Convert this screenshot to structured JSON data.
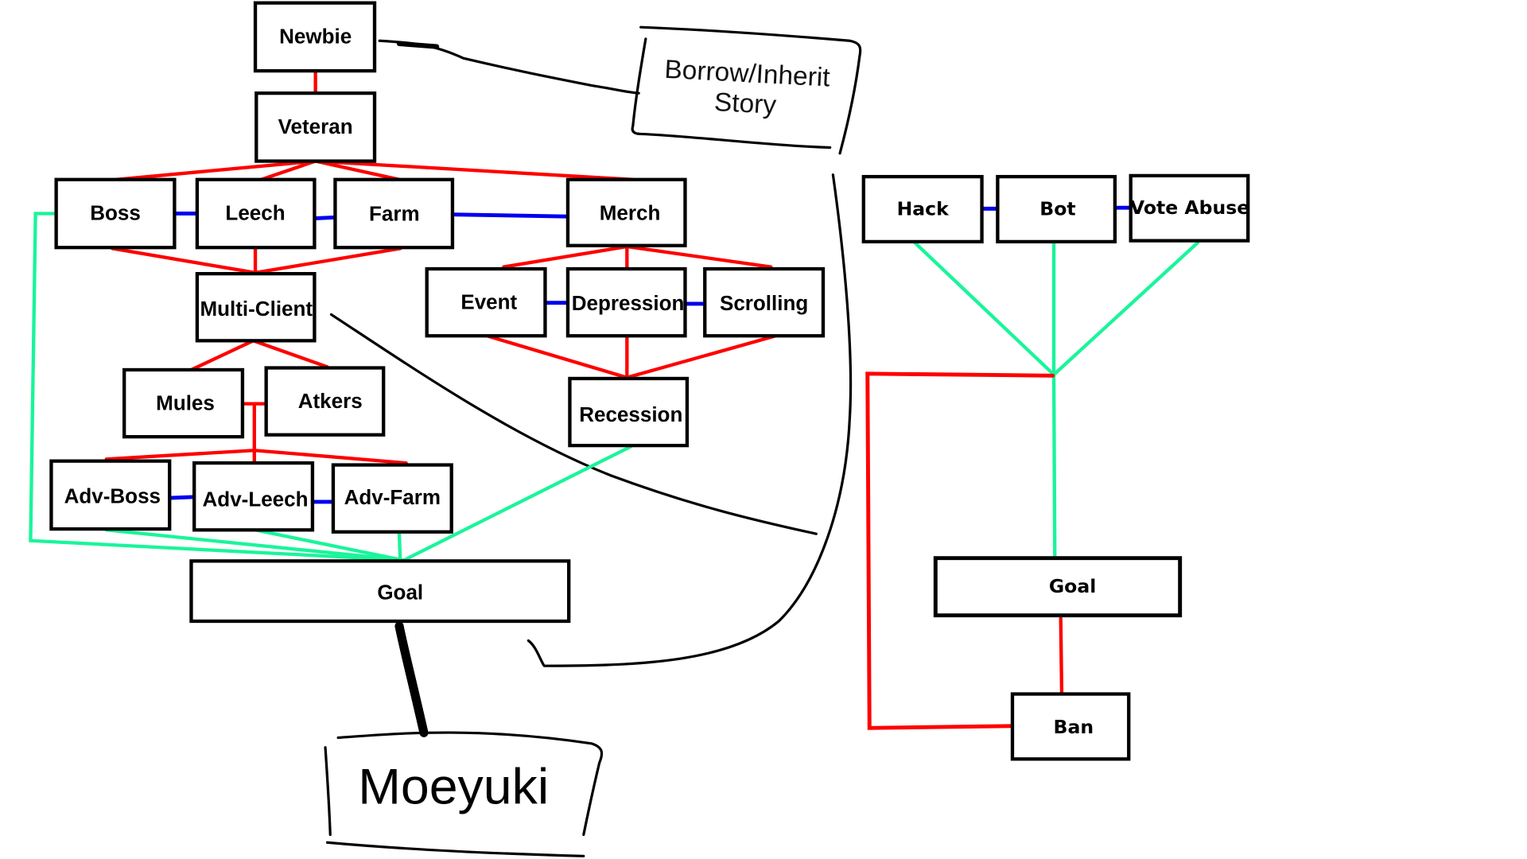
{
  "diagram": {
    "colors": {
      "progression_link": "#ff0000",
      "peer_link": "#0000ee",
      "goal_link": "#19f59a",
      "outline": "#000000"
    },
    "left_tree": {
      "newbie": "Newbie",
      "veteran": "Veteran",
      "boss": "Boss",
      "leech": "Leech",
      "farm": "Farm",
      "merch": "Merch",
      "multi_client": "Multi-Client",
      "event": "Event",
      "depression": "Depression",
      "scrolling": "Scrolling",
      "mules": "Mules",
      "atkers": "Atkers",
      "recession": "Recession",
      "adv_boss": "Adv-Boss",
      "adv_leech": "Adv-Leech",
      "adv_farm": "Adv-Farm",
      "goal": "Goal"
    },
    "annotations": {
      "story_line1": "Borrow/Inherit",
      "story_line2": "Story",
      "author": "Moeyuki"
    },
    "right_tree": {
      "hack": "Hack",
      "bot": "Bot",
      "vote_abuse": "Vote Abuse",
      "goal": "Goal",
      "ban": "Ban"
    }
  }
}
